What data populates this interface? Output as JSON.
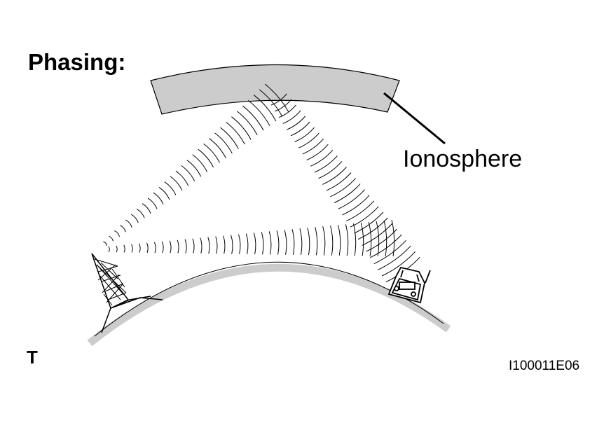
{
  "title": "Phasing:",
  "ionosphere_label": "Ionosphere",
  "corner_mark": "T",
  "figure_id": "I100011E06",
  "colors": {
    "layer": "#cccccc",
    "line": "#000000",
    "background": "#ffffff"
  },
  "icons": [
    "radio-tower-icon",
    "vehicle-icon"
  ]
}
